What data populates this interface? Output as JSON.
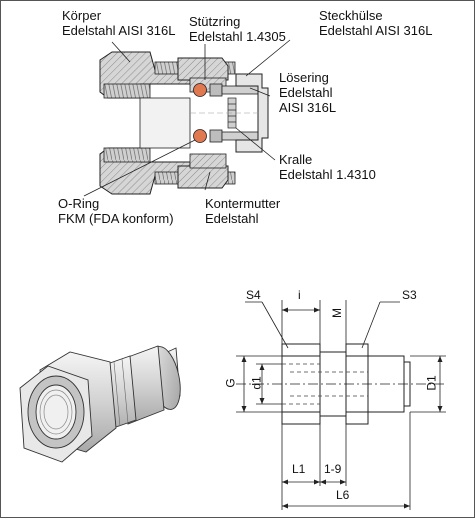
{
  "callouts": {
    "koerper": [
      "Körper",
      "Edelstahl AISI 316L"
    ],
    "stuetzring": [
      "Stützring",
      "Edelstahl 1.4305"
    ],
    "steckhuelse": [
      "Steckhülse",
      "Edelstahl AISI 316L"
    ],
    "loesering": [
      "Lösering",
      "Edelstahl",
      "AISI 316L"
    ],
    "kralle": [
      "Kralle",
      "Edelstahl 1.4310"
    ],
    "oring": [
      "O-Ring",
      "FKM (FDA konform)"
    ],
    "kontermutter": [
      "Kontermutter",
      "Edelstahl"
    ]
  },
  "dimensions": {
    "s4": "S4",
    "i": "i",
    "m": "M",
    "s3": "S3",
    "g": "G",
    "d1": "d1",
    "d1_outer": "D1",
    "l1": "L1",
    "range": "1-9",
    "l6": "L6"
  },
  "colors": {
    "line": "#222222",
    "steel_light": "#e4e4e4",
    "steel_mid": "#c8c8c8",
    "steel_dark": "#9a9a9a",
    "oring": "#e07850"
  }
}
